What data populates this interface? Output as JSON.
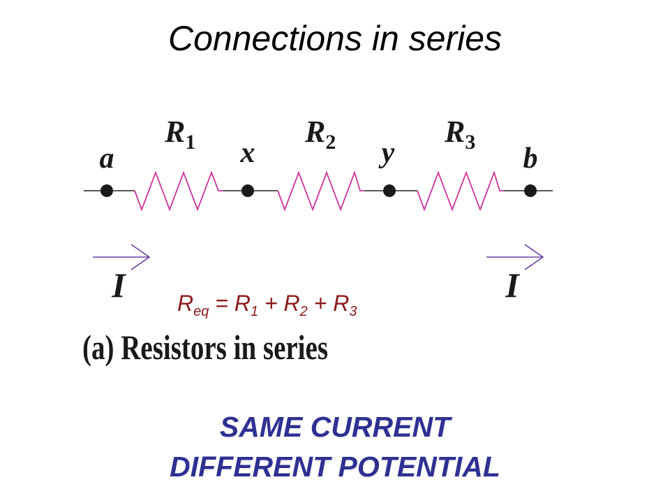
{
  "slide": {
    "title": "Connections in series",
    "nodes": [
      "a",
      "x",
      "y",
      "b"
    ],
    "resistors": [
      {
        "symbol": "R",
        "index": "1"
      },
      {
        "symbol": "R",
        "index": "2"
      },
      {
        "symbol": "R",
        "index": "3"
      }
    ],
    "current_label": "I",
    "equation": {
      "lhs": "R",
      "lhs_sub": "eq",
      "equals": "=",
      "terms": [
        {
          "symbol": "R",
          "sub": "1"
        },
        {
          "symbol": "R",
          "sub": "2"
        },
        {
          "symbol": "R",
          "sub": "3"
        }
      ],
      "plus": "+"
    },
    "caption": "(a) Resistors in series",
    "footer_line1": "SAME CURRENT",
    "footer_line2": "DIFFERENT POTENTIAL"
  },
  "colors": {
    "resistor": "#cc3399",
    "wire": "#222222",
    "equation": "#8b1a1a",
    "footer": "#2e3192"
  }
}
